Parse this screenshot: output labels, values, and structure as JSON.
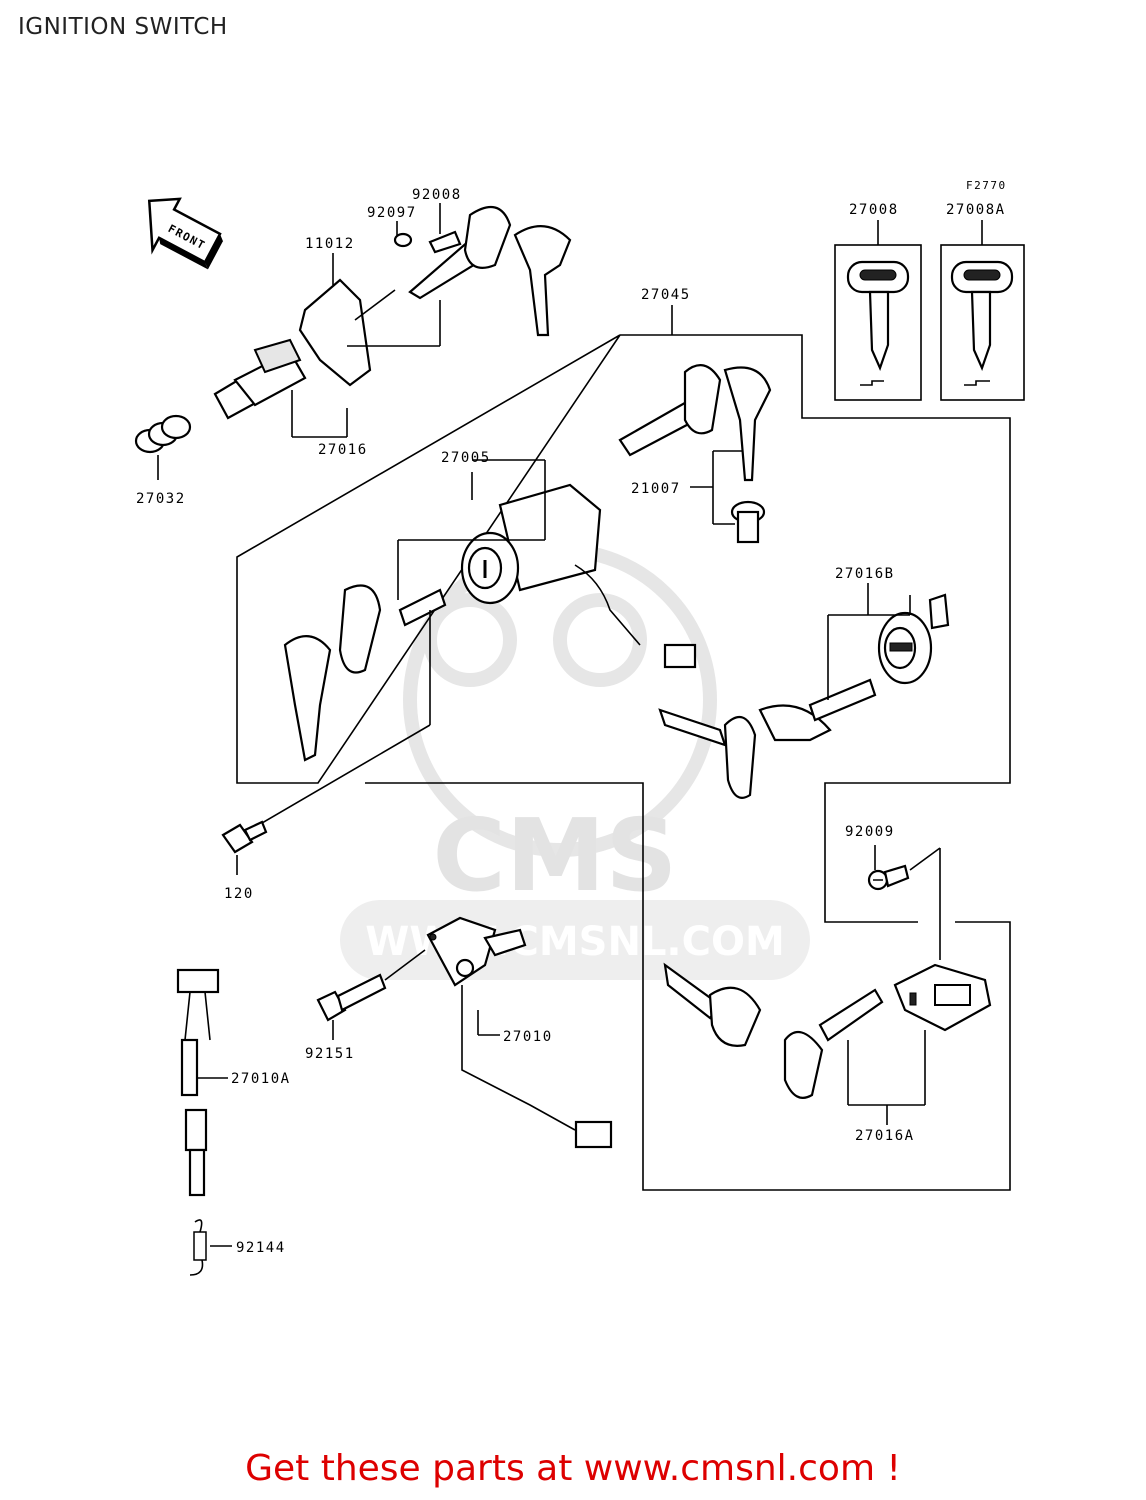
{
  "page": {
    "title": "IGNITION SWITCH",
    "figure_code": "F2770",
    "footer_cta": "Get these parts at www.cmsnl.com !"
  },
  "diagram": {
    "front_arrow_label": "FRONT",
    "watermark": {
      "brand": "CMS",
      "url": "WWW.CMSNL.COM"
    },
    "parts": [
      {
        "id": "p92008",
        "number": "92008"
      },
      {
        "id": "p92097",
        "number": "92097"
      },
      {
        "id": "p11012",
        "number": "11012"
      },
      {
        "id": "p27016",
        "number": "27016"
      },
      {
        "id": "p27032",
        "number": "27032"
      },
      {
        "id": "p27045",
        "number": "27045"
      },
      {
        "id": "p27008",
        "number": "27008"
      },
      {
        "id": "p27008a",
        "number": "27008A"
      },
      {
        "id": "p27005",
        "number": "27005"
      },
      {
        "id": "p21007",
        "number": "21007"
      },
      {
        "id": "p27016b",
        "number": "27016B"
      },
      {
        "id": "p120",
        "number": "120"
      },
      {
        "id": "p92009",
        "number": "92009"
      },
      {
        "id": "p92151",
        "number": "92151"
      },
      {
        "id": "p27010",
        "number": "27010"
      },
      {
        "id": "p27010a",
        "number": "27010A"
      },
      {
        "id": "p27016a",
        "number": "27016A"
      },
      {
        "id": "p92144",
        "number": "92144"
      }
    ]
  }
}
